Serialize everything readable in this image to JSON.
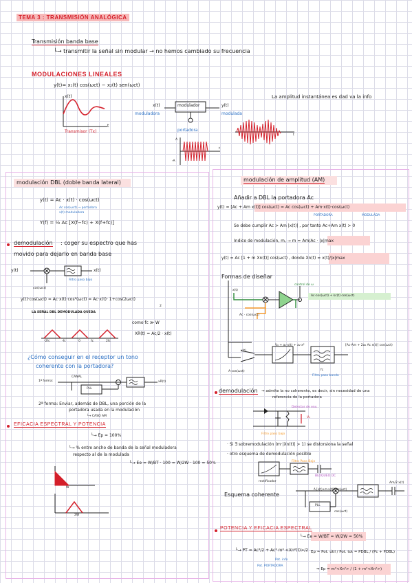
{
  "top": {
    "tema": "TEMA 3 : TRANSMISIÓN ANALÓGICA",
    "tbb_title": "Transmisión banda base",
    "tbb_line": "└→ transmitir la señal sin modular → no hemos cambiado su frecuencia",
    "mod_title": "MODULACIONES LINEALES",
    "mod_formula": "y(t)= x₁(t) cos(ωct) − x₂(t) sen(ωct)",
    "graph_x": "x(t)",
    "graph_t": "t",
    "transmisor": "Transmisor (Tx)",
    "block_in": "x(t)",
    "block_label": "modulador",
    "block_out": "y(t)",
    "moduladora": "moduladora",
    "modulada": "modulada",
    "portadora": "portadora",
    "amp_note": "La amplitud instantánea es dad va la info",
    "axis_a": "A",
    "axis_t": "t",
    "axis_neg": "-A"
  },
  "left": {
    "title": "modulación DBL (doble banda lateral)",
    "f1": "y(t) = Ac · x(t) · cos(ωct)",
    "f1_note1": "Ac cos(ωct) → portadora",
    "f1_note2": "x(t) moduladora",
    "f2": "Y(f) = ½ Ac [X(f−fc) + X(f+fc)]",
    "demod_title": "demodulación",
    "demod_text1": ": coger su espectro que has",
    "demod_text2": "movido para dejarlo en banda base",
    "d_y": "y(t)",
    "d_x": "x(t)",
    "d_cos": "cos(ωct)",
    "d_filter": "Filtro paso bajo",
    "f3": "y(t)·cos(ωct) = Ac·x(t)·cos²(ωct) = Ac·x(t)·  1+cos(2ωct)  ",
    "f3_den": "2",
    "f3b": "LA SEÑAL DBL DEMODULADA QUEDA",
    "spec_labels": [
      "-2fc",
      "-fc",
      "0",
      "fc",
      "2fc"
    ],
    "f4a": "como fc ≫ W",
    "f4b": "XR(t) = Ac/2 · x(t)",
    "q1": "¿Cómo conseguir en el receptor un tono",
    "q2": "coherente con la portadora?",
    "o1": "1ª forma:",
    "o1_canal": "CANAL",
    "o1_pll": "PLL",
    "o1_out": "xR(t)",
    "o2a": "2ª forma: Enviar, además de DBL, una porción de la",
    "o2b": "portadora usada en la modulación",
    "o2c": "└→ CASO AM",
    "eff_title": "EFICACIA ESPECTRAL Y POTENCIA",
    "ep": "└→ Ep = 100%",
    "ee1": "└→ % entre ancho de banda de la señal moduladora",
    "ee2": "respecto al de la modulada",
    "ee3": "└→ Ee = W/BT · 100 = W/2W · 100 = 50%",
    "w_label": "W",
    "w2_label": "2W"
  },
  "right": {
    "title": "modulación de amplitud (AM)",
    "add": "Añadir a DBL la portadora Ac",
    "f1": "y(t) = [Ac + Am x(t)] cos(ωct) = Ac cos(ωct) + Am·x(t)·cos(ωct)",
    "f1_portadora": "PORTADORA",
    "f1_modulada": "MODULADA",
    "cond": "Se debe cumplir Ac > Am |x(t)| , por tanto Ac+Am x(t) > 0",
    "index": "Indice de modulación, m, → m = Am/Ac · |x|max",
    "f2": "y(t) = Ac [1 + m Xn(t)] cos(ωct) , donde Xn(t) = x(t)/|x|max",
    "formas": "Formas de diseñar",
    "fd_x": "x(t)",
    "fd_ctrl": "control de ω",
    "fd_out": "Ac·cos(ωct) + kc(t) cos(ωct)",
    "fd_ac": "Ac · cos(ωct)",
    "fd2_x": "x(t)",
    "fd2_cos": "A·cos(ωct)",
    "fd2_top": "V₀ + a₁·x(t) + a₂·x²",
    "fd2_res": "[Ac·Am + 2a₂ Ac x(t)] cos(ωct)",
    "fd2_filter": "Filtro paso banda",
    "fd2_fc": "fc",
    "demod_title": "demodulación",
    "demod_text1": "→ admite la no coherente, es decir, sin necesidad de una",
    "demod_text2": "referencia de la portadora",
    "dd_label": "Filtro paso bajo",
    "dd_vo": "V₀",
    "dd_det": "Detector de env.",
    "s1a": "· Si ∃ sobremodulación (m·|Xn(t)| > 1) se distorsiona la señal",
    "s1b": "· otro esquema de demodulación posible",
    "s_filter": "Filtro Paso Bajo",
    "s_dc": "BLOQUEO DC",
    "s_rect": "rectificador",
    "coherente": "Esquema coherente",
    "coh_pll": "PLL",
    "coh_cos": "cos(ωct)",
    "coh_out": "Am/2 x(t)",
    "coh_top": "A·[x(t)+m·x(t)] cos(ωct)",
    "pot_title": "POTENCIA Y EFICACIA ESPECTRAL",
    "ee": "└→ Ee = W/BT = W/2W = 50%",
    "pt": "└→ PT = Ac²/2 + Ac² m² <Xn²(t)>/2",
    "pt_sub": "Pot. info",
    "pt_sub2": "Pot. PORTADORA",
    "ep1": "Ep = Pot. útil / Pot. tot = PDBL / (Pc + PDBL)",
    "ep2": "⇒ Ep = m²<Xn²> / (1 + m²<Xn²>)"
  }
}
